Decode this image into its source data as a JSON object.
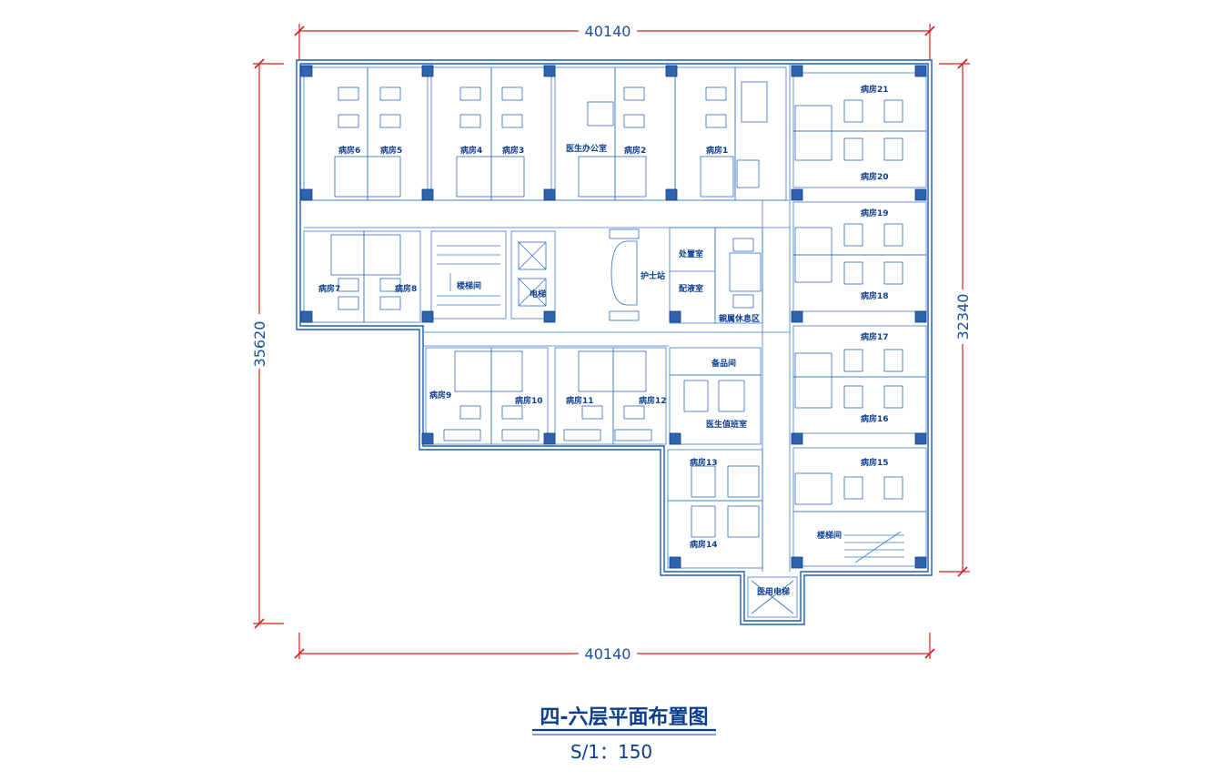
{
  "dimensions": {
    "top_width": "40140",
    "bottom_width": "40140",
    "left_height": "35620",
    "right_height": "32340"
  },
  "rooms": {
    "ward_1": "病房1",
    "ward_2": "病房2",
    "ward_3": "病房3",
    "ward_4": "病房4",
    "ward_5": "病房5",
    "ward_6": "病房6",
    "ward_7": "病房7",
    "ward_8": "病房8",
    "ward_9": "病房9",
    "ward_10": "病房10",
    "ward_11": "病房11",
    "ward_12": "病房12",
    "ward_13": "病房13",
    "ward_14": "病房14",
    "ward_15": "病房15",
    "ward_16": "病房16",
    "ward_17": "病房17",
    "ward_18": "病房18",
    "ward_19": "病房19",
    "ward_20": "病房20",
    "ward_21": "病房21",
    "doctor_office": "医生办公室",
    "stairwell_left": "楼梯间",
    "stairwell_right": "楼梯间",
    "elevator": "电梯",
    "nurse_station": "护士站",
    "treatment_room": "处置室",
    "dispensing_room": "配液室",
    "family_rest_area": "親属休息区",
    "storage_room": "备品间",
    "doctor_duty_room": "医生值班室",
    "medical_elevator": "医用电梯"
  },
  "title": "四-六层平面布置图",
  "scale": "S/1：150"
}
